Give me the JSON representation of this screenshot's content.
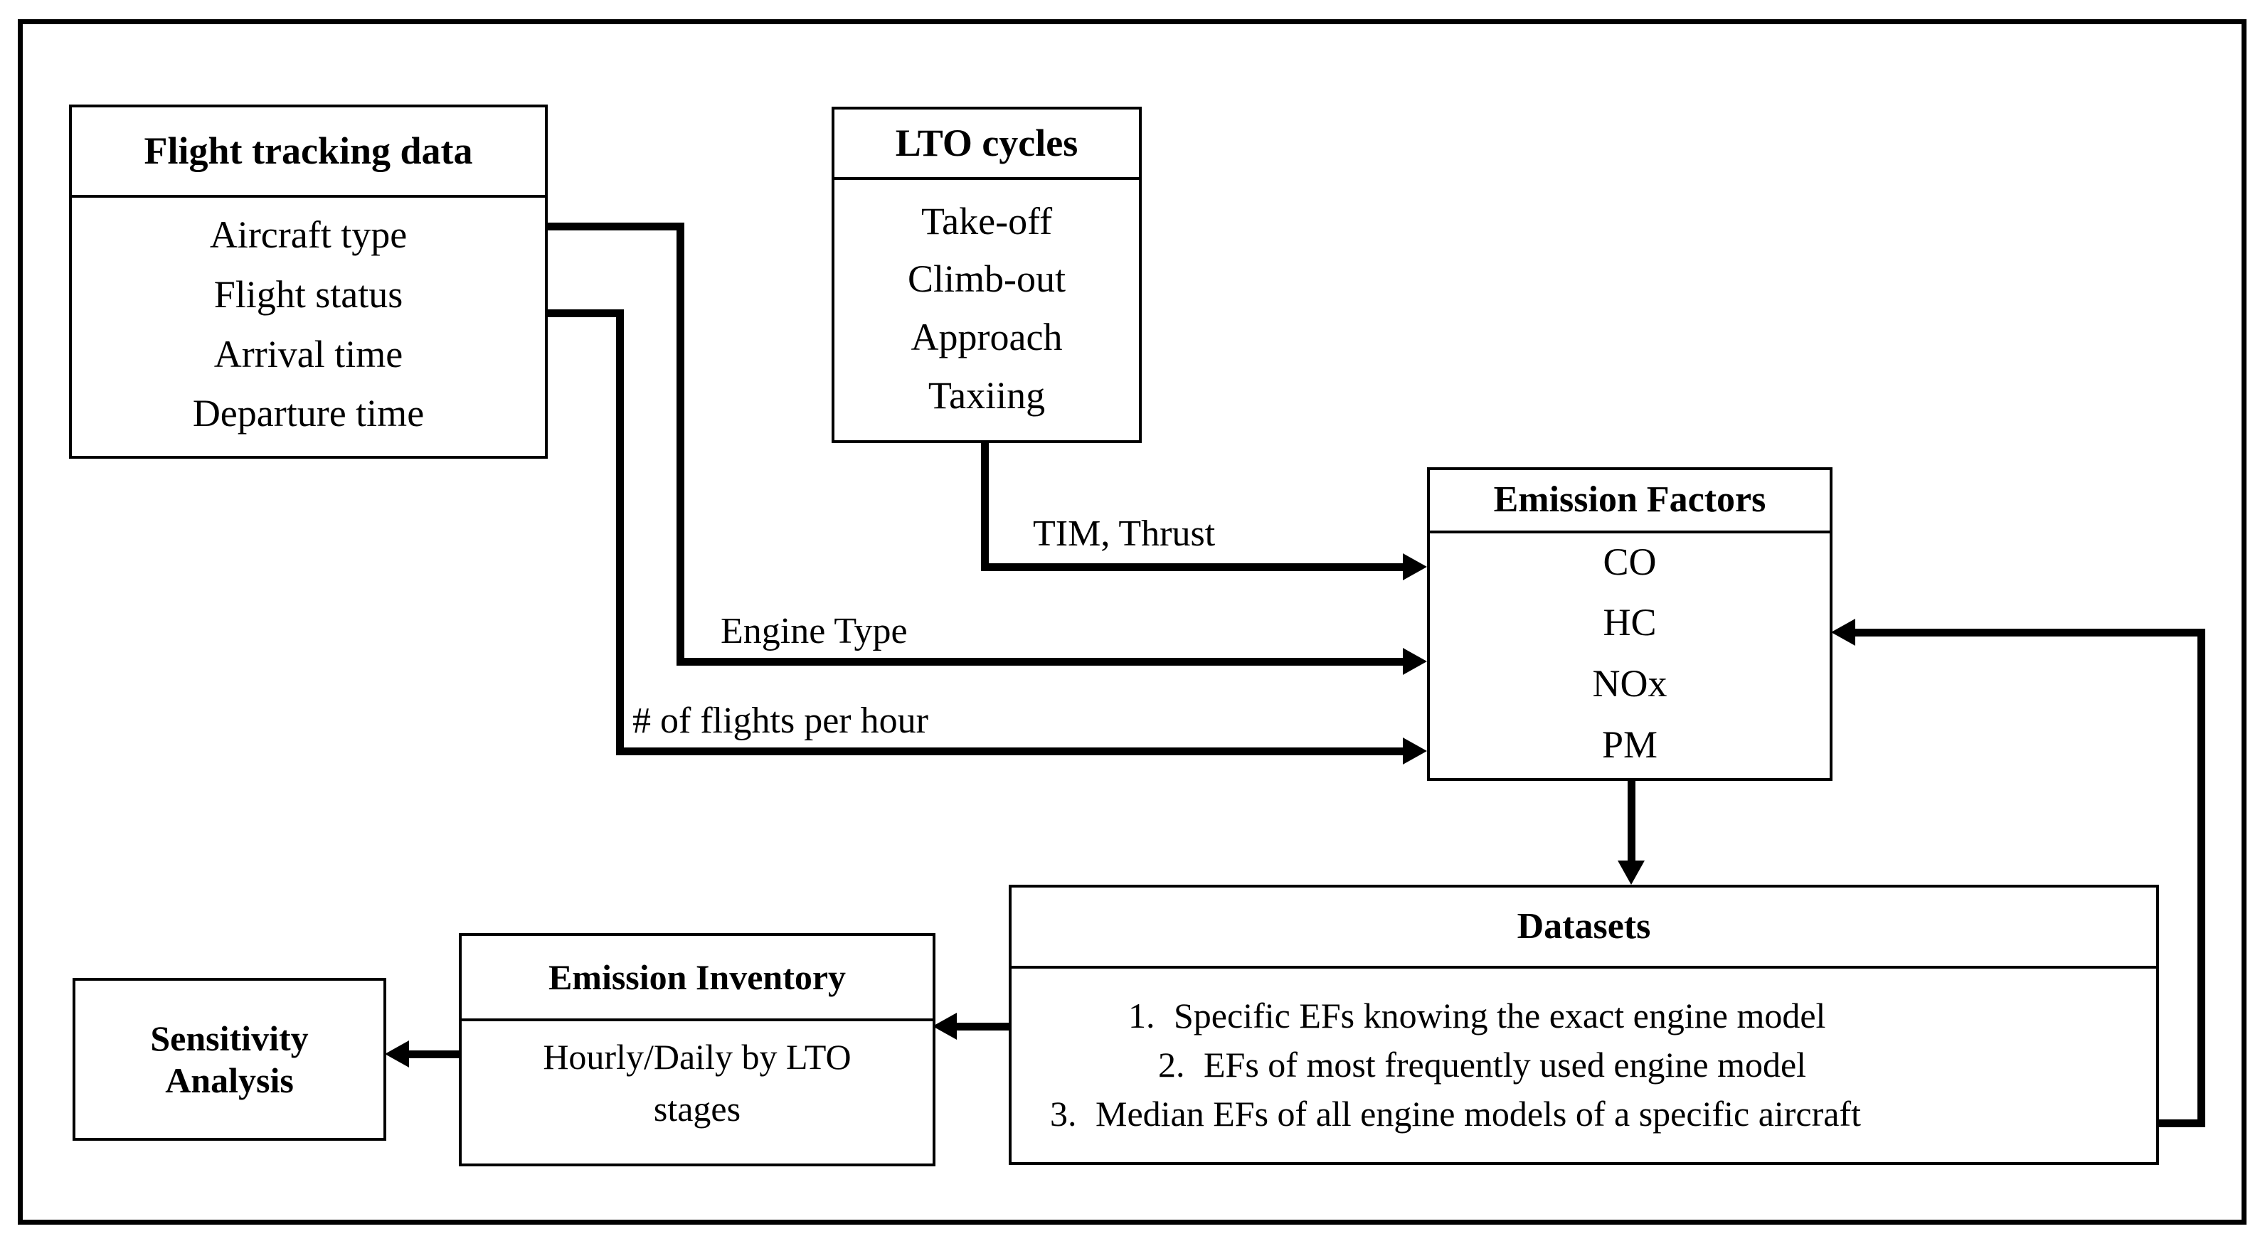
{
  "diagram": {
    "title": "Aircraft emission inventory methodology flowchart",
    "line_color": "#000000",
    "background_color": "#ffffff"
  },
  "nodes": {
    "flight_tracking": {
      "header": "Flight tracking data",
      "items": [
        "Aircraft type",
        "Flight status",
        "Arrival time",
        "Departure time"
      ]
    },
    "lto_cycles": {
      "header": "LTO cycles",
      "items": [
        "Take-off",
        "Climb-out",
        "Approach",
        "Taxiing"
      ]
    },
    "emission_factors": {
      "header": "Emission Factors",
      "items": [
        "CO",
        "HC",
        "NOx",
        "PM"
      ]
    },
    "datasets": {
      "header": "Datasets",
      "items": [
        {
          "num": "1.",
          "text": "Specific EFs knowing the exact engine model"
        },
        {
          "num": "2.",
          "text": "EFs of most frequently used engine model"
        },
        {
          "num": "3.",
          "text": "Median EFs of all engine models of a specific aircraft"
        }
      ]
    },
    "emission_inventory": {
      "header": "Emission Inventory",
      "items": [
        "Hourly/Daily by LTO",
        "stages"
      ]
    },
    "sensitivity_analysis": {
      "line1": "Sensitivity",
      "line2": "Analysis"
    }
  },
  "edge_labels": {
    "tim_thrust": "TIM, Thrust",
    "engine_type": "Engine Type",
    "flights_per_hour": "# of flights per hour"
  }
}
